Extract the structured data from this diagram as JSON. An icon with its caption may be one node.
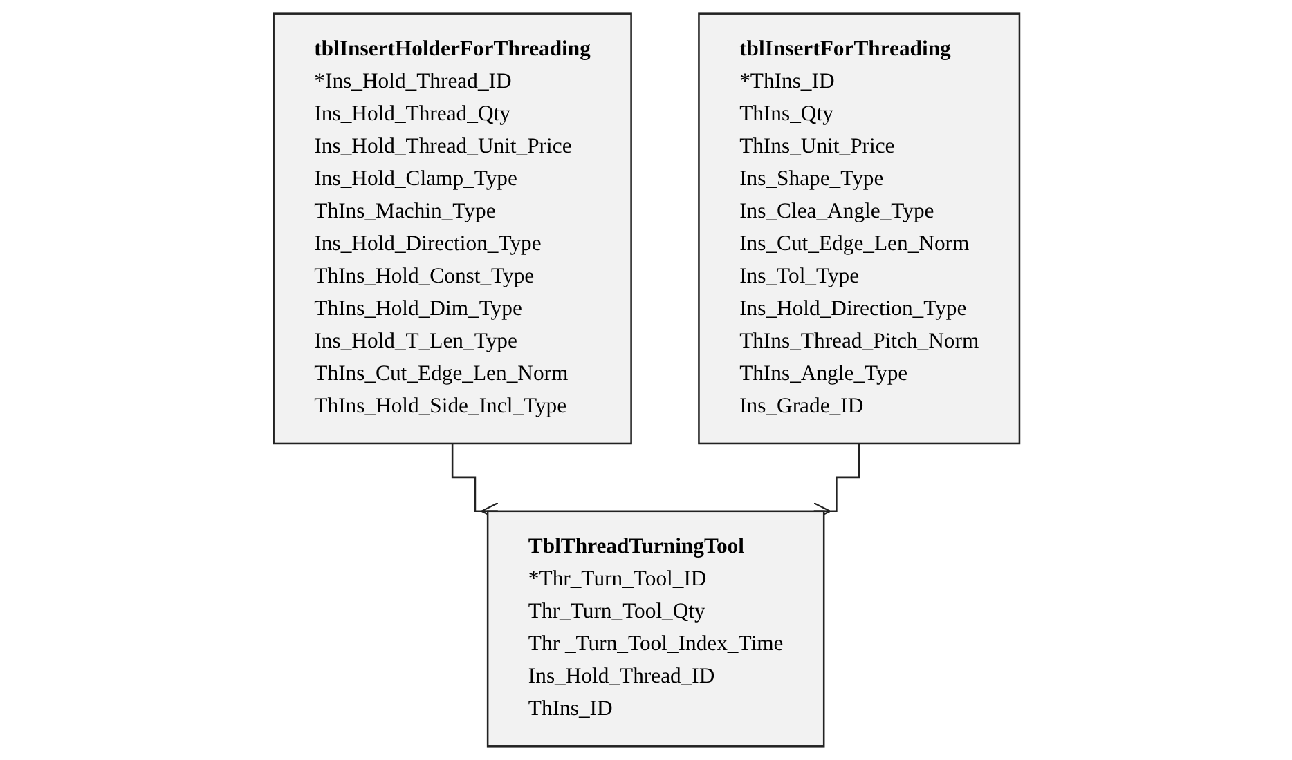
{
  "diagram": {
    "nodes": [
      {
        "text": [
          "tblInsertHolderForThreading",
          "*Ins_Hold_Thread_ID",
          "Ins_Hold_Thread_Qty",
          "Ins_Hold_Thread_Unit_Price",
          "Ins_Hold_Clamp_Type",
          "ThIns_Machin_Type",
          "Ins_Hold_Direction_Type",
          "ThIns_Hold_Const_Type",
          "ThIns_Hold_Dim_Type",
          "Ins_Hold_T_Len_Type",
          "ThIns_Cut_Edge_Len_Norm",
          "ThIns_Hold_Side_Incl_Type"
        ]
      },
      {
        "text": [
          "tblInsertForThreading",
          "*ThIns_ID",
          "ThIns_Qty",
          "ThIns_Unit_Price",
          "Ins_Shape_Type",
          "Ins_Clea_Angle_Type",
          "Ins_Cut_Edge_Len_Norm",
          "Ins_Tol_Type",
          "Ins_Hold_Direction_Type",
          "ThIns_Thread_Pitch_Norm",
          "ThIns_Angle_Type",
          "Ins_Grade_ID"
        ]
      },
      {
        "text": [
          "TblThreadTurningTool",
          "*Thr_Turn_Tool_ID",
          "Thr_Turn_Tool_Qty",
          "Thr _Turn_Tool_Index_Time",
          "Ins_Hold_Thread_ID",
          "ThIns_ID"
        ]
      }
    ],
    "edges": [
      {
        "from": 0,
        "to": 2,
        "arrow": "other"
      },
      {
        "from": 1,
        "to": 2,
        "arrow": "other"
      }
    ]
  }
}
